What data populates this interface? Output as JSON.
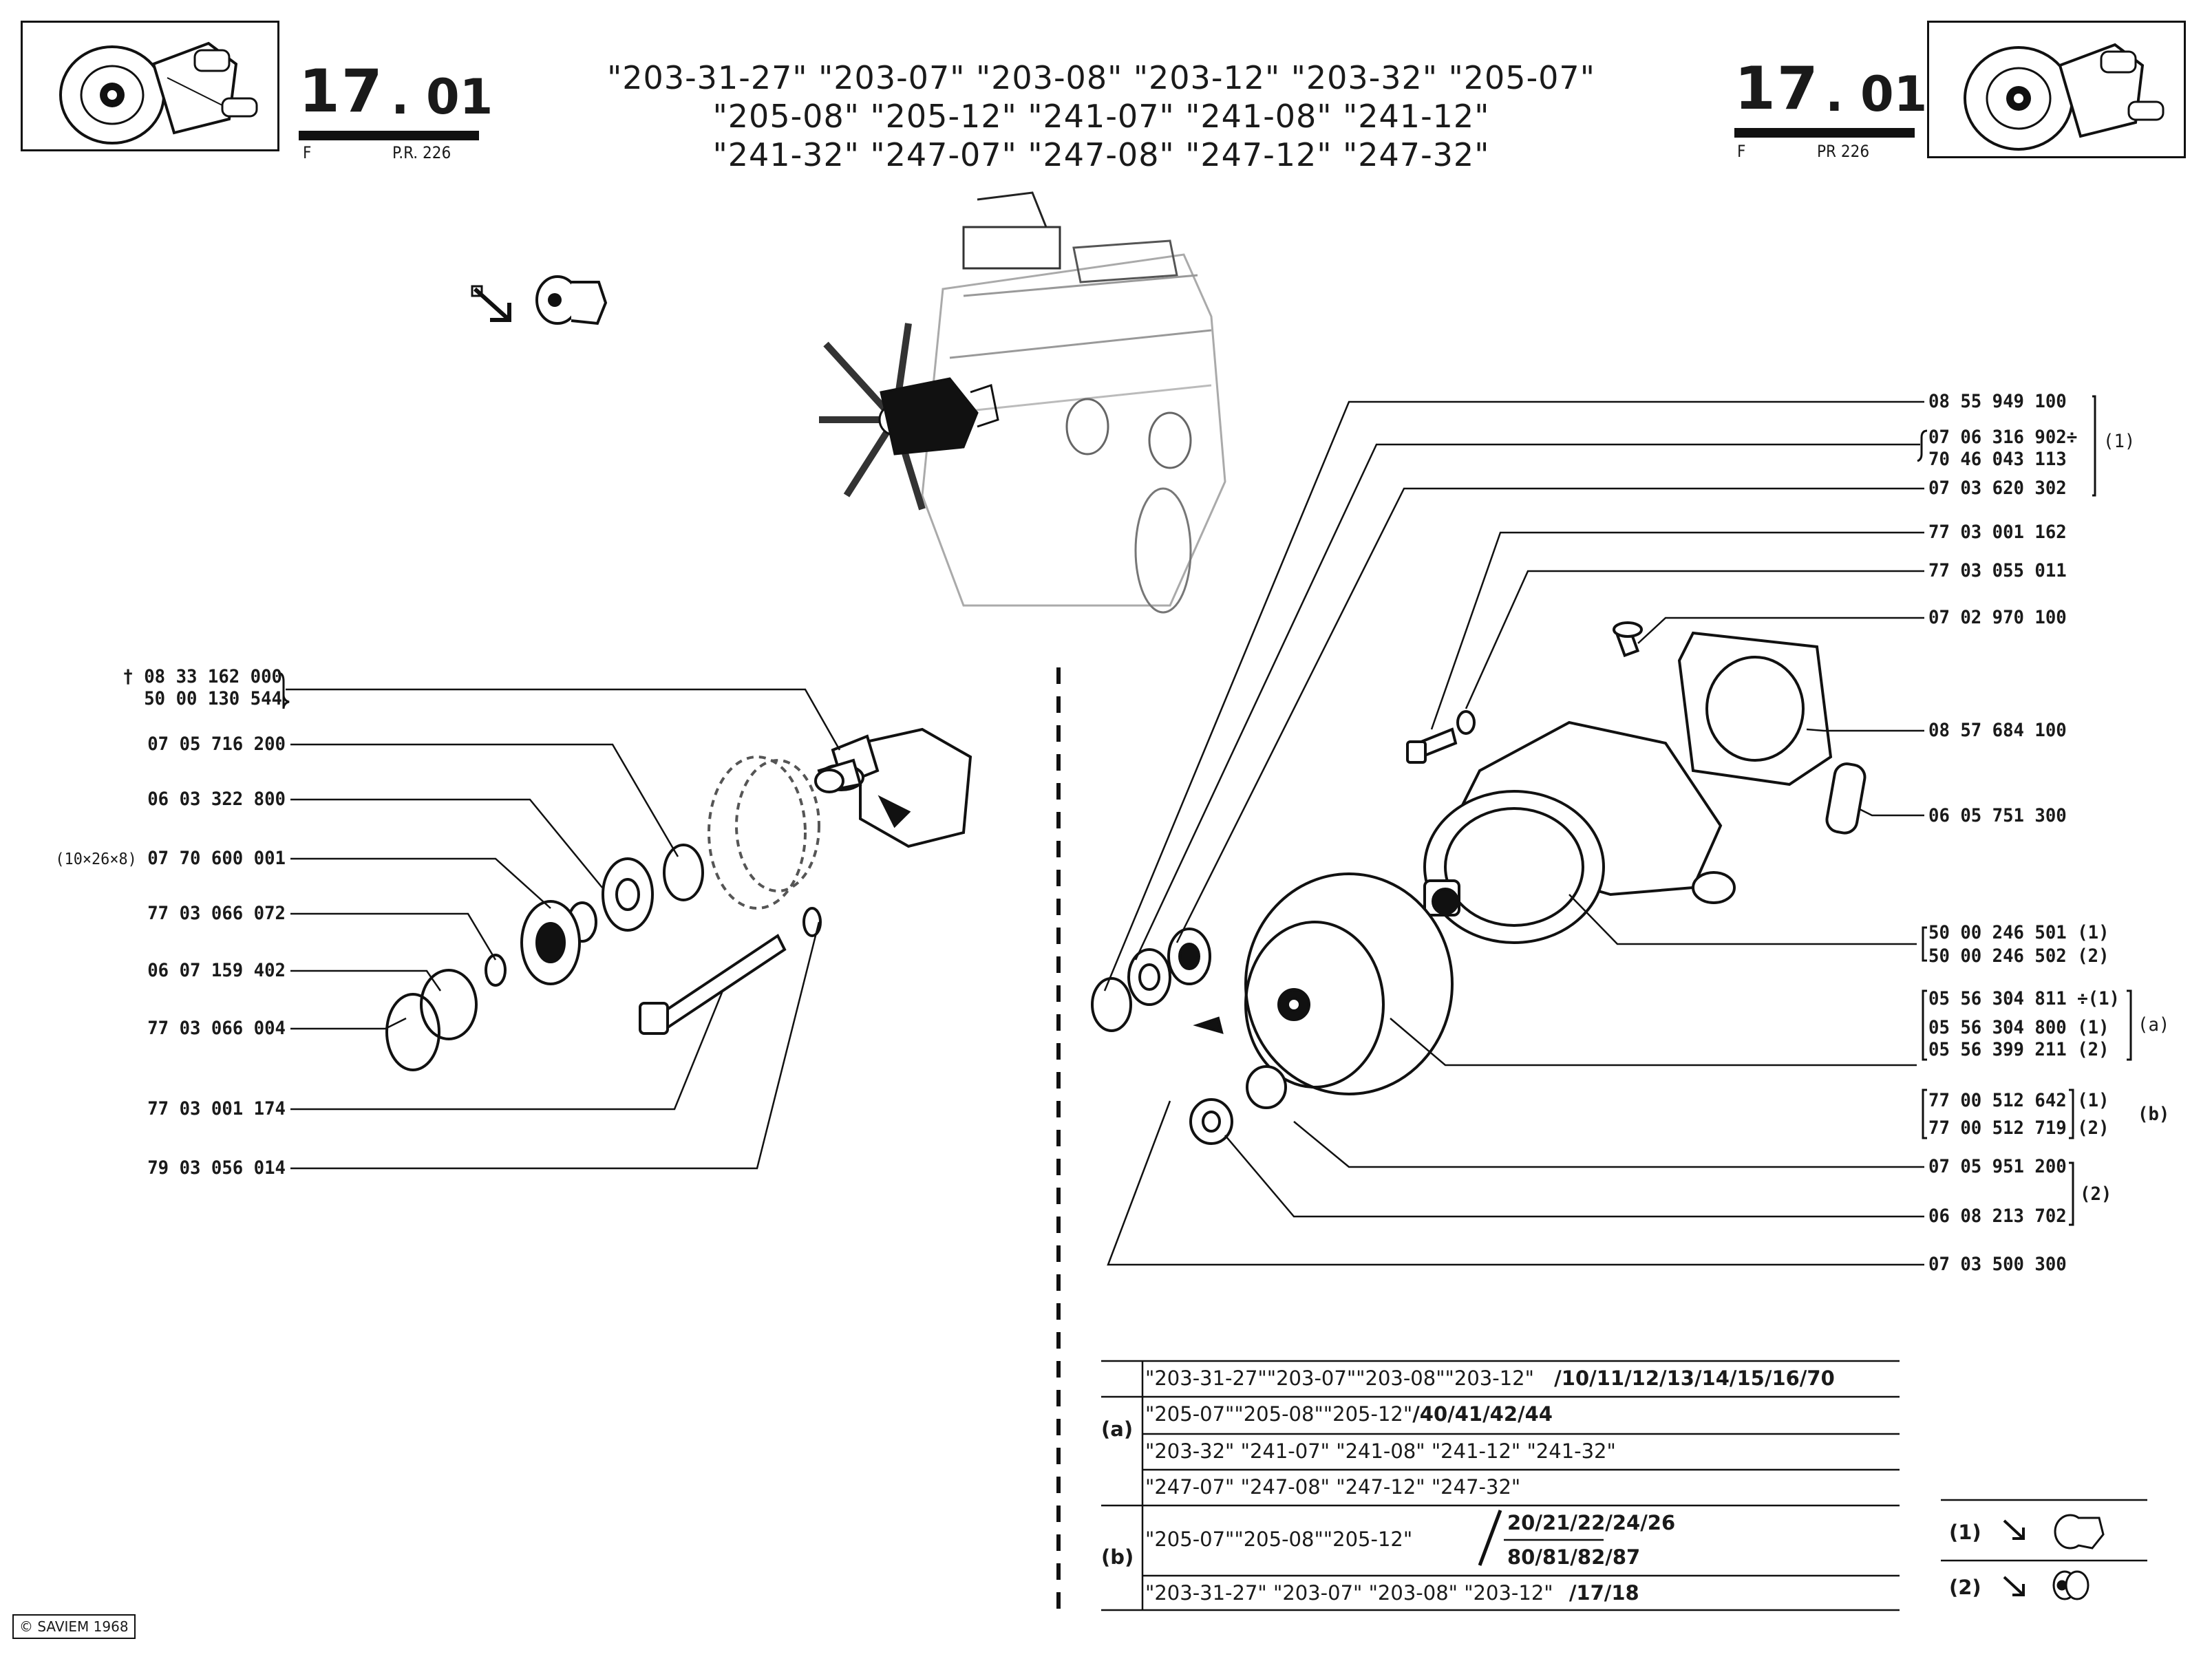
{
  "header": {
    "section_main": "17",
    "section_sub": ". 01",
    "left_code_f": "F",
    "left_code_pr": "P.R. 226",
    "right_code_f": "F",
    "right_code_pr": "PR 226",
    "models_line1": "\"203-31-27\" \"203-07\" \"203-08\" \"203-12\" \"203-32\" \"205-07\"",
    "models_line2": "\"205-08\" \"205-12\" \"241-07\" \"241-08\" \"241-12\"",
    "models_line3": "\"241-32\" \"247-07\" \"247-08\" \"247-12\" \"247-32\""
  },
  "icons": {
    "left_thumbnail": "water-pump-thumbnail-icon",
    "right_thumbnail": "water-pump-thumbnail-icon",
    "view_arrow": "diagonal-arrow-icon"
  },
  "left_parts": [
    {
      "prefix": "†",
      "number": "08 33 162 000"
    },
    {
      "prefix": "",
      "number": "50 00 130 544"
    },
    {
      "prefix": "",
      "number": "07 05 716 200"
    },
    {
      "prefix": "",
      "number": "06 03 322 800"
    },
    {
      "prefix": "(10×26×8)",
      "number": "07 70 600 001"
    },
    {
      "prefix": "",
      "number": "77 03 066 072"
    },
    {
      "prefix": "",
      "number": "06 07 159 402"
    },
    {
      "prefix": "",
      "number": "77 03 066 004"
    },
    {
      "prefix": "",
      "number": "77 03 001 174"
    },
    {
      "prefix": "",
      "number": "79 03 056 014"
    }
  ],
  "right_parts": [
    {
      "number": "08 55 949 100",
      "suffix": ""
    },
    {
      "number": "07 06 316 902",
      "suffix": "÷"
    },
    {
      "number": "70 46 043 113",
      "suffix": ""
    },
    {
      "number": "07 03 620 302",
      "suffix": ""
    },
    {
      "number": "77 03 001 162",
      "suffix": ""
    },
    {
      "number": "77 03 055 011",
      "suffix": ""
    },
    {
      "number": "07 02 970 100",
      "suffix": ""
    },
    {
      "number": "08 57 684 100",
      "suffix": ""
    },
    {
      "number": "06 05 751 300",
      "suffix": ""
    },
    {
      "number": "50 00 246 501",
      "suffix": "(1)"
    },
    {
      "number": "50 00 246 502",
      "suffix": "(2)"
    },
    {
      "number": "05 56 304 811",
      "suffix": "÷(1)"
    },
    {
      "number": "05 56 304 800",
      "suffix": "(1)"
    },
    {
      "number": "05 56 399 211",
      "suffix": "(2)"
    },
    {
      "number": "77 00 512 642",
      "suffix": "(1)"
    },
    {
      "number": "77 00 512 719",
      "suffix": "(2)"
    },
    {
      "number": "07 05 951 200",
      "suffix": ""
    },
    {
      "number": "06 08 213 702",
      "suffix": ""
    },
    {
      "number": "07 03 500 300",
      "suffix": ""
    }
  ],
  "group_labels": {
    "g1": "(1)",
    "ga": "(a)",
    "gb": "(b)",
    "g2": "(2)"
  },
  "table": {
    "a_label": "(a)",
    "a_row1_models": "\"203-31-27\"\"203-07\"\"203-08\"\"203-12\"",
    "a_row1_codes": "/10/11/12/13/14/15/16/70",
    "a_row2_models": "\"205-07\"\"205-08\"\"205-12\"",
    "a_row2_codes": "/40/41/42/44",
    "a_row3": "\"203-32\" \"241-07\" \"241-08\" \"241-12\" \"241-32\"",
    "a_row4": "\"247-07\" \"247-08\" \"247-12\" \"247-32\"",
    "b_label": "(b)",
    "b_row1_models": "\"205-07\"\"205-08\"\"205-12\"",
    "b_row1_codes_top": "20/21/22/24/26",
    "b_row1_codes_bottom": "80/81/82/87",
    "b_row2_models": "\"203-31-27\" \"203-07\" \"203-08\" \"203-12\"",
    "b_row2_codes": "/17/18"
  },
  "legend": {
    "item1": "(1)",
    "item2": "(2)"
  },
  "copyright": "SAVIEM 1968"
}
